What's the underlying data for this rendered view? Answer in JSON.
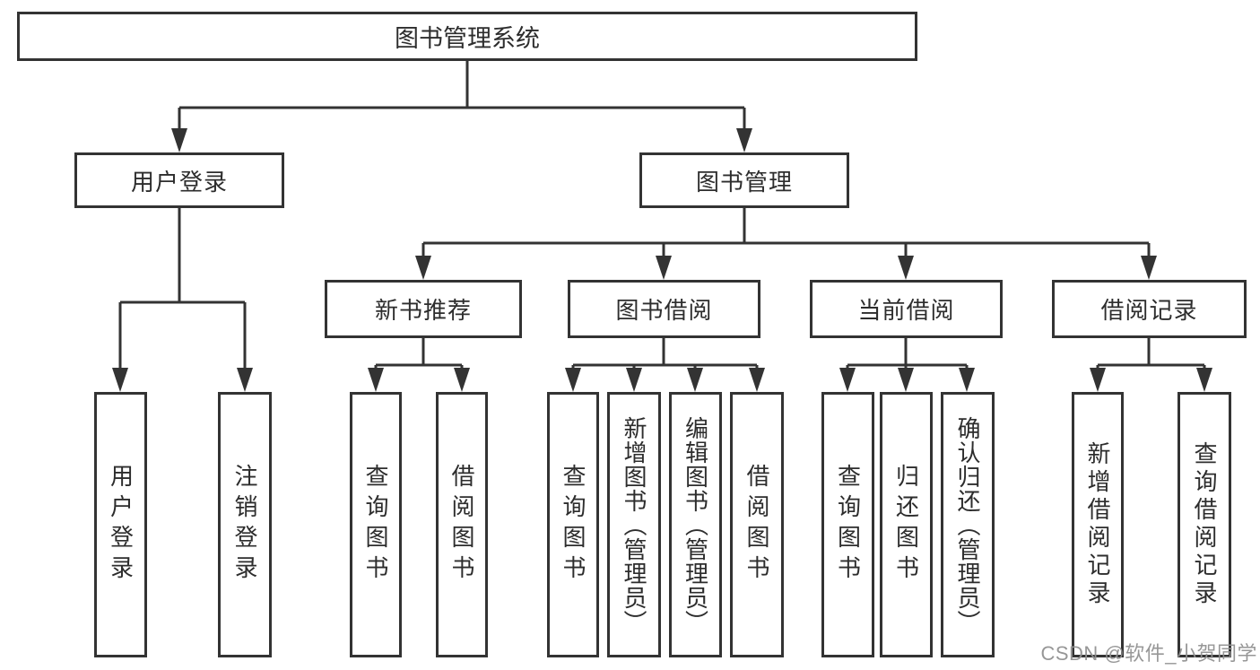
{
  "nodes": {
    "root": "图书管理系统",
    "user_login": "用户登录",
    "book_mgmt": "图书管理",
    "new_book": "新书推荐",
    "borrow": "图书借阅",
    "current": "当前借阅",
    "record": "借阅记录",
    "user_login_children": [
      "用户登录",
      "注销登录"
    ],
    "new_book_children": [
      "查询图书",
      "借阅图书"
    ],
    "borrow_children": [
      "查询图书",
      "新增图书（管理员）",
      "编辑图书（管理员）",
      "借阅图书"
    ],
    "current_children": [
      "查询图书",
      "归还图书",
      "确认归还（管理员）"
    ],
    "record_children": [
      "新增借阅记录",
      "查询借阅记录"
    ]
  },
  "watermark": "CSDN @软件_小贺同学",
  "colors": {
    "line": "#333333",
    "background": "#ffffff",
    "watermark": "#919191"
  }
}
